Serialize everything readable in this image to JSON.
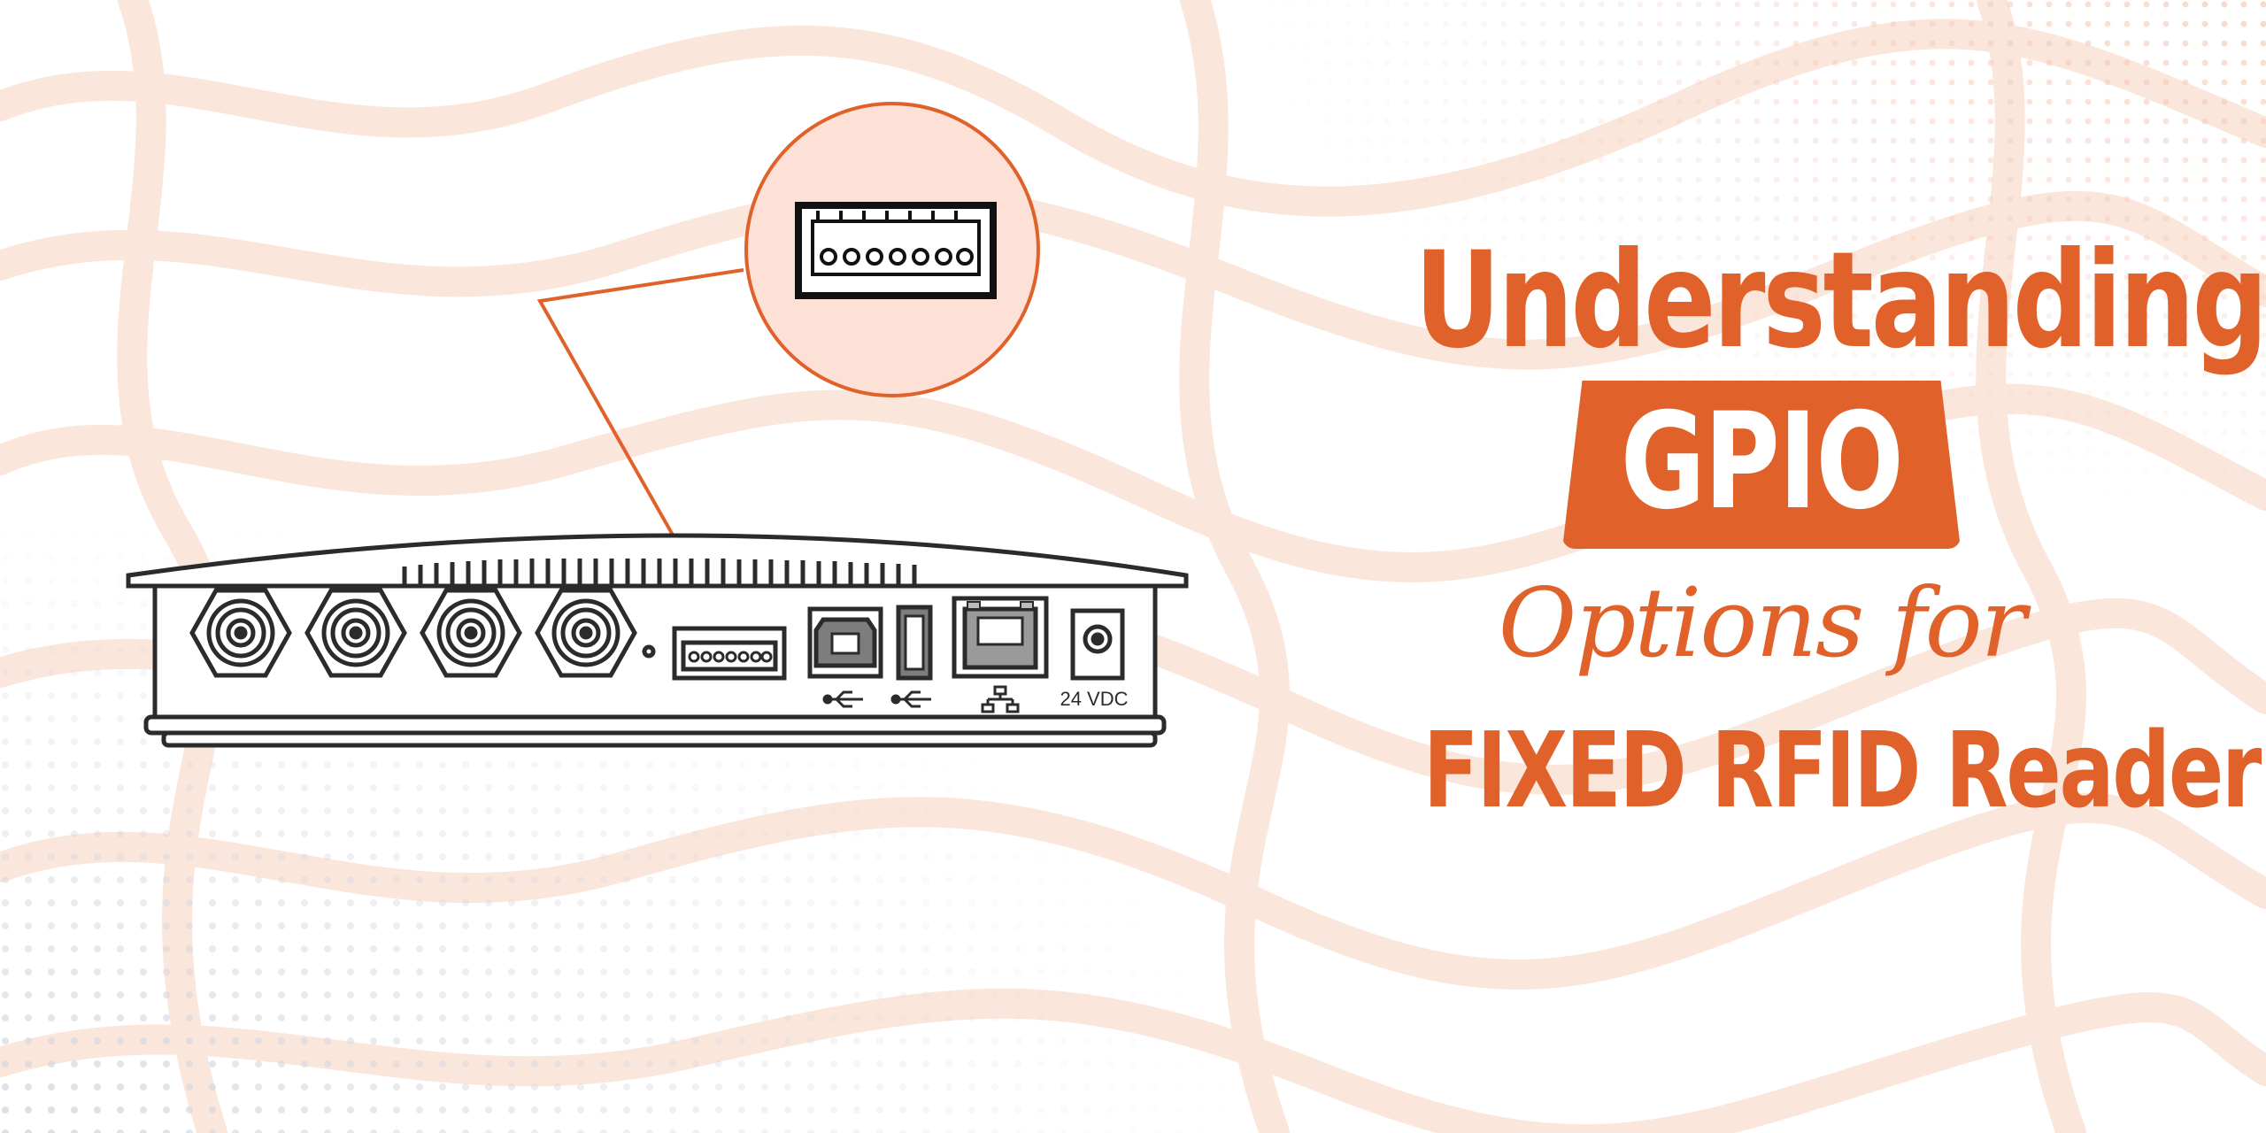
{
  "colors": {
    "accent": "#e0622a",
    "pattern": "#fbe3d8",
    "dots": "#c9ccd6",
    "device_stroke": "#2b2b2b",
    "zoom_fill": "#fde0d6"
  },
  "headline": {
    "line1": "Understanding",
    "badge": "GPIO",
    "line3": "Options for",
    "line4": "FIXED RFID Reader"
  },
  "device": {
    "power_label": "24 VDC",
    "antenna_port_count": 4,
    "icons": [
      "usb-icon",
      "usb-icon",
      "network-icon"
    ]
  }
}
